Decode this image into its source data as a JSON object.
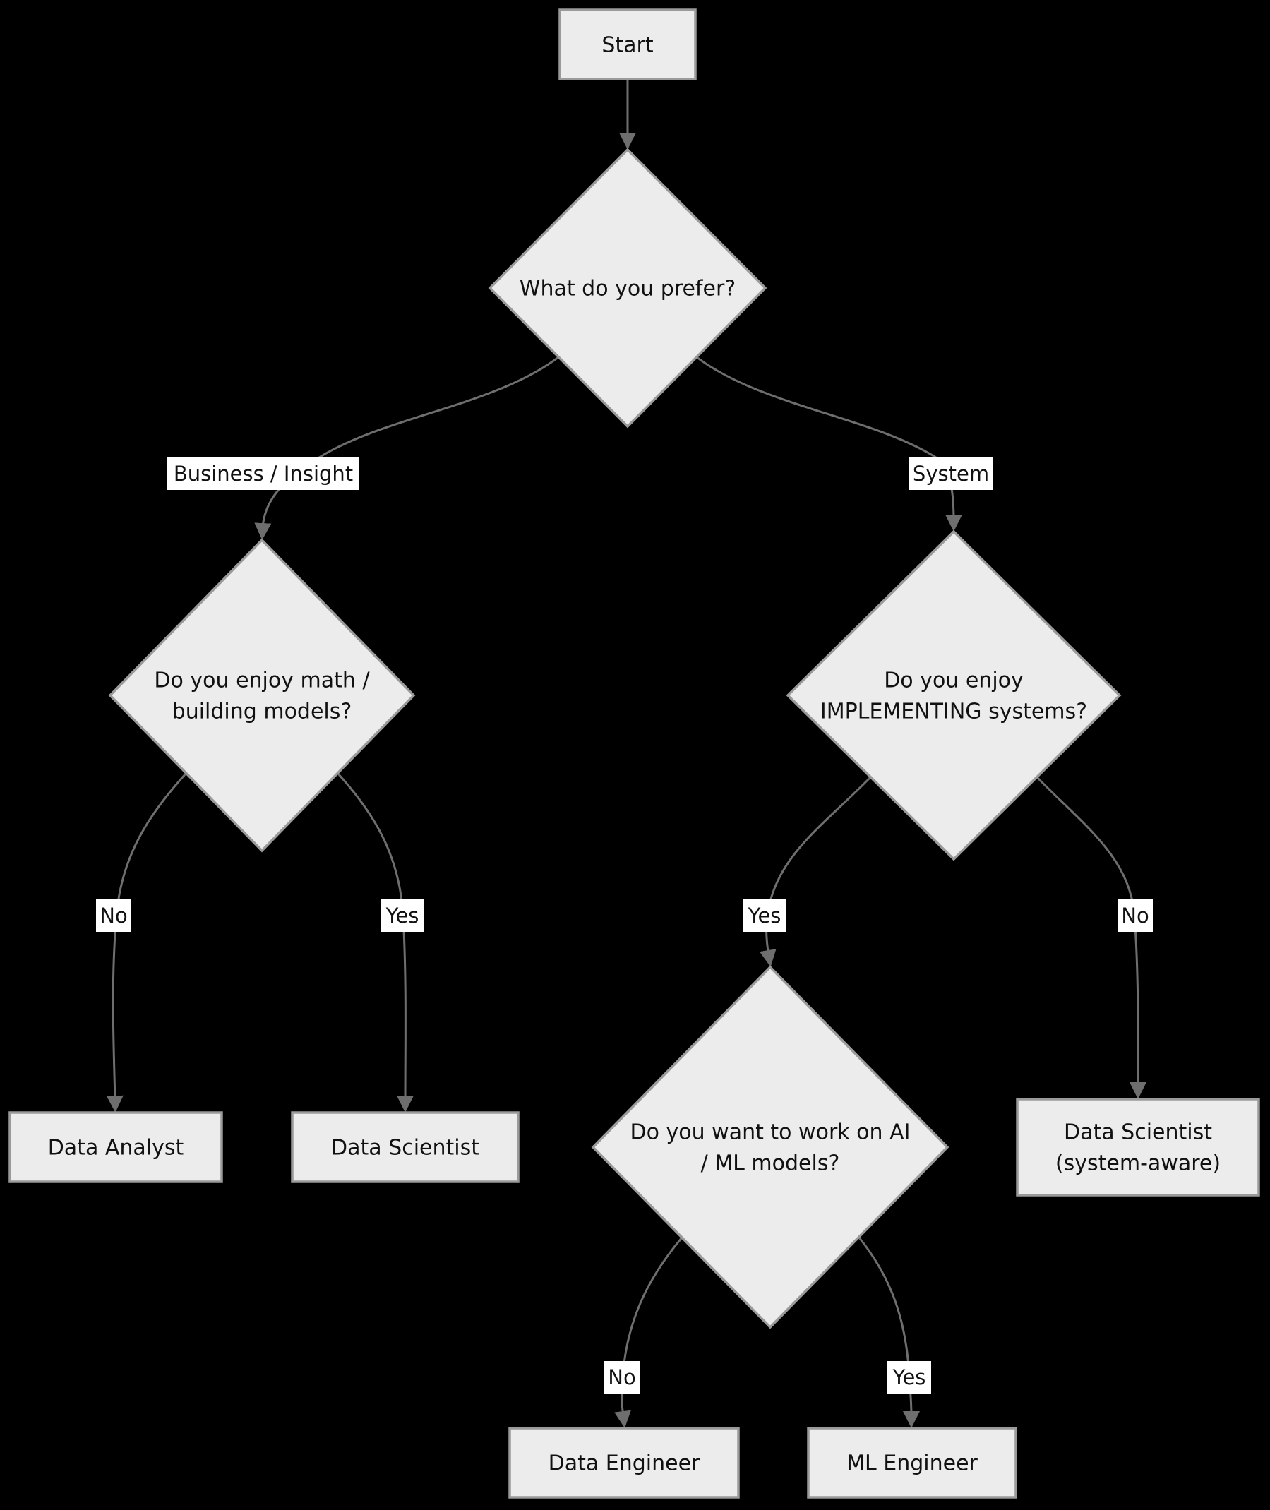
{
  "diagram": {
    "type": "flowchart-decision-tree",
    "colors": {
      "background": "#000000",
      "node_fill": "#ececec",
      "node_border": "#9a9a9a",
      "edge": "#6e6e6e",
      "edge_label_bg": "#ffffff",
      "text": "#111111"
    },
    "nodes": {
      "start": {
        "label": "Start"
      },
      "q_prefer": {
        "label": "What do you prefer?"
      },
      "q_math": {
        "line1": "Do you enjoy math /",
        "line2": "building models?"
      },
      "q_impl": {
        "line1": "Do you enjoy",
        "line2": "IMPLEMENTING systems?"
      },
      "q_aiml": {
        "line1": "Do you want to work on AI",
        "line2": "/ ML models?"
      },
      "data_analyst": {
        "label": "Data Analyst"
      },
      "data_scientist": {
        "label": "Data Scientist"
      },
      "ds_system_aware": {
        "line1": "Data Scientist",
        "line2": "(system-aware)"
      },
      "data_engineer": {
        "label": "Data Engineer"
      },
      "ml_engineer": {
        "label": "ML Engineer"
      }
    },
    "edge_labels": {
      "business_insight": "Business / Insight",
      "system": "System",
      "math_no": "No",
      "math_yes": "Yes",
      "impl_yes": "Yes",
      "impl_no": "No",
      "aiml_no": "No",
      "aiml_yes": "Yes"
    }
  }
}
